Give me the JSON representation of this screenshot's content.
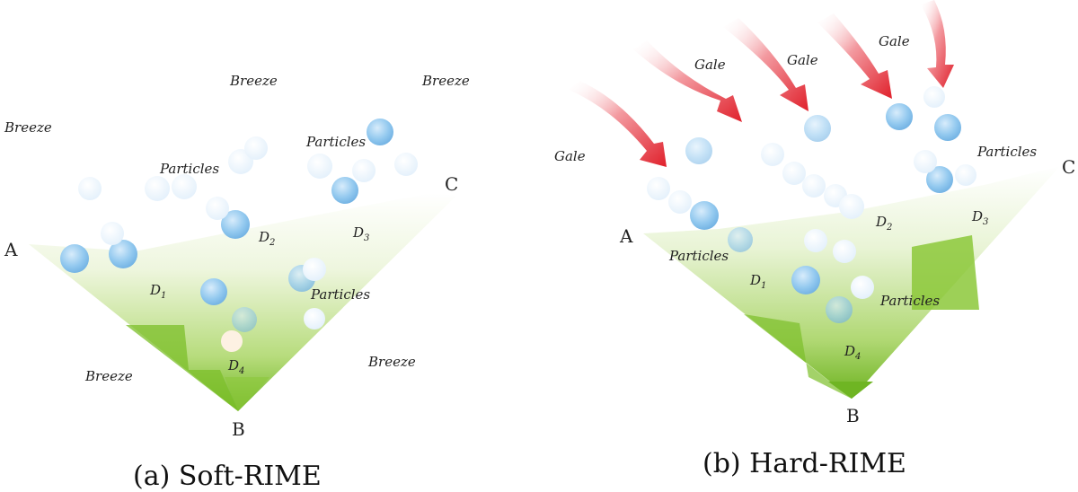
{
  "panel_a": {
    "caption": "(a) Soft-RIME",
    "vertices": {
      "a": "A",
      "b": "B",
      "c": "C"
    },
    "wind_label": "Breeze",
    "particles_label": "Particles",
    "region_letter": "D",
    "regions": [
      "1",
      "2",
      "3",
      "4"
    ]
  },
  "panel_b": {
    "caption": "(b) Hard-RIME",
    "vertices": {
      "a": "A",
      "b": "B",
      "c": "C"
    },
    "wind_label": "Gale",
    "particles_label": "Particles",
    "region_letter": "D",
    "regions": [
      "1",
      "2",
      "3",
      "4"
    ]
  },
  "colors": {
    "triangle_light": "#f2f8e6",
    "triangle_dark": "#7cbf2a",
    "particle": "#8fc6ee",
    "particle_faint": "#e8f3fc",
    "gale_arrow": "#e0262f"
  }
}
